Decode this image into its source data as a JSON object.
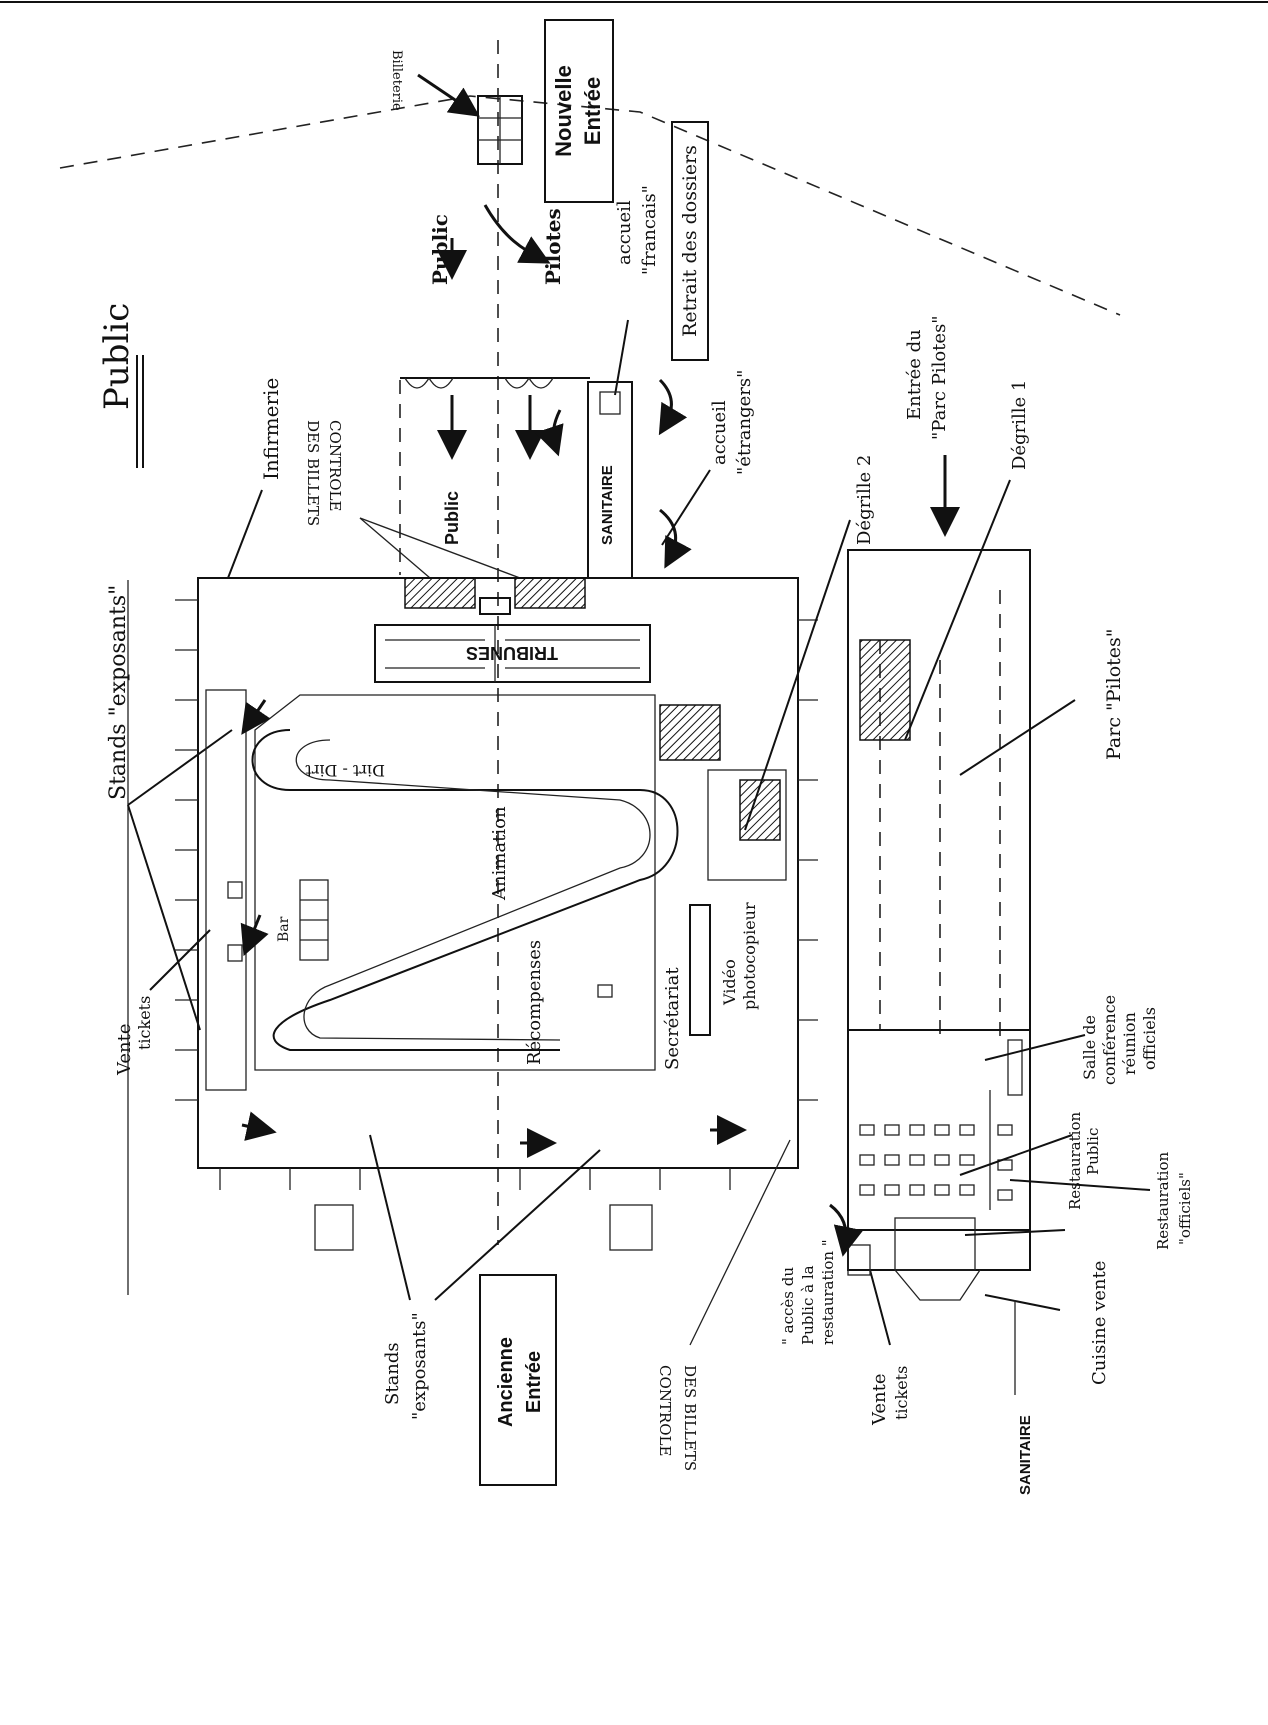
{
  "labels": {
    "public_main": "Public",
    "public_path": "Public",
    "public_inner": "Public",
    "pilotes": "Pilotes",
    "nouvelle_entree_1": "Nouvelle",
    "nouvelle_entree_2": "Entrée",
    "ancienne_entree_1": "Ancienne",
    "ancienne_entree_2": "Entrée",
    "billetterie": "Billeterie",
    "accueil_francais_1": "accueil",
    "accueil_francais_2": "\"francais\"",
    "retrait_dossiers": "Retrait des dossiers",
    "accueil_etrangers_1": "accueil",
    "accueil_etrangers_2": "\"étrangers\"",
    "sanitaire_top": "SANITAIRE",
    "controle_billets_top_1": "CONTROLE",
    "controle_billets_top_2": "DES BILLETS",
    "infirmerie": "Infirmerie",
    "stands_exposants_top": "Stands \"exposants\"",
    "tribunes": "TRIBUNES",
    "bar": "Bar",
    "vente_tickets_left_1": "Vente",
    "vente_tickets_left_2": "tickets",
    "animation": "Animation",
    "dirt": "Dirt - Dirt",
    "recompenses": "Récompenses",
    "secretariat": "Secrétariat",
    "video_photocopieur_1": "Vidéo",
    "video_photocopieur_2": "photocopieur",
    "degrille_2": "Dégrille 2",
    "degrille_1": "Dégrille 1",
    "entree_parc_1": "Entrée du",
    "entree_parc_2": "\"Parc Pilotes\"",
    "parc_pilotes": "Parc \"Pilotes\"",
    "salle_conference_1": "Salle de",
    "salle_conference_2": "conférence",
    "salle_conference_3": "réunion",
    "salle_conference_4": "officiels",
    "restauration_public_1": "Restauration",
    "restauration_public_2": "Public",
    "restauration_officiels_1": "Restauration",
    "restauration_officiels_2": "\"officiels\"",
    "cuisine_vente": "Cuisine vente",
    "sanitaire_bottom": "SANITAIRE",
    "vente_tickets_bottom_1": "Vente",
    "vente_tickets_bottom_2": "tickets",
    "acces_public_1": "\" accès du",
    "acces_public_2": "Public à la",
    "acces_public_3": "restauration \"",
    "controle_billets_bottom_1": "CONTROLE",
    "controle_billets_bottom_2": "DES BILLETS",
    "stands_exposants_bottom_1": "Stands",
    "stands_exposants_bottom_2": "\"exposants\""
  }
}
